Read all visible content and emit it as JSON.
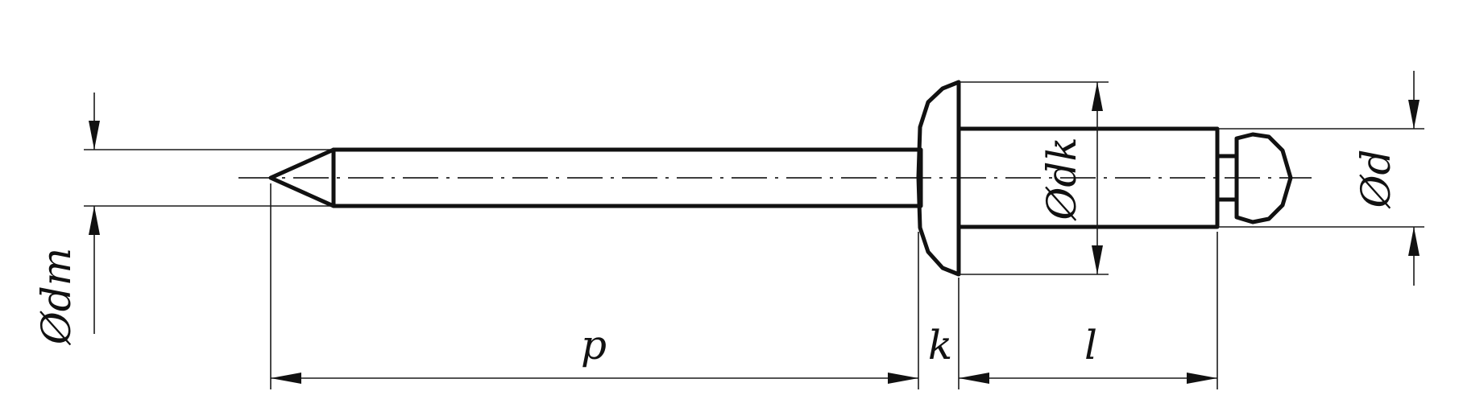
{
  "diagram": {
    "labels": {
      "mandrel_diameter": "Ødm",
      "head_diameter": "Ødk",
      "body_diameter": "Ød",
      "mandrel_protrusion": "p",
      "head_height": "k",
      "body_length": "l"
    },
    "colors": {
      "line": "#111111",
      "background": "#ffffff"
    }
  }
}
